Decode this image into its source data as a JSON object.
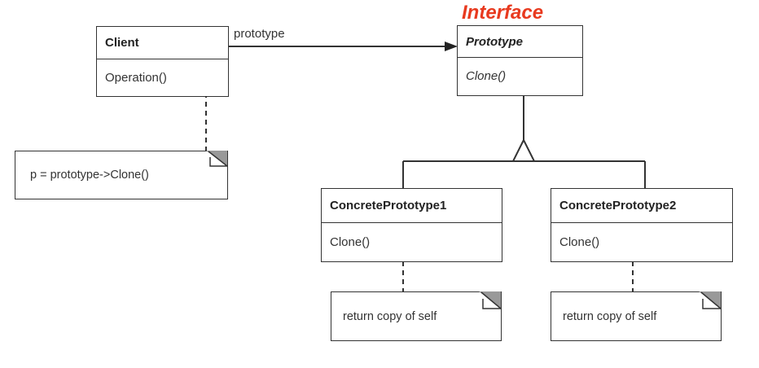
{
  "stereotype_label": "Interface",
  "association_label": "prototype",
  "classes": {
    "client": {
      "name": "Client",
      "operation": "Operation()"
    },
    "prototype": {
      "name": "Prototype",
      "operation": "Clone()"
    },
    "concrete1": {
      "name": "ConcretePrototype1",
      "operation": "Clone()"
    },
    "concrete2": {
      "name": "ConcretePrototype2",
      "operation": "Clone()"
    }
  },
  "notes": {
    "client_note": "p = prototype->Clone()",
    "concrete1_note": "return copy of self",
    "concrete2_note": "return copy of self"
  },
  "colors": {
    "accent": "#e83a1f",
    "line": "#333333",
    "fold": "#999999"
  }
}
